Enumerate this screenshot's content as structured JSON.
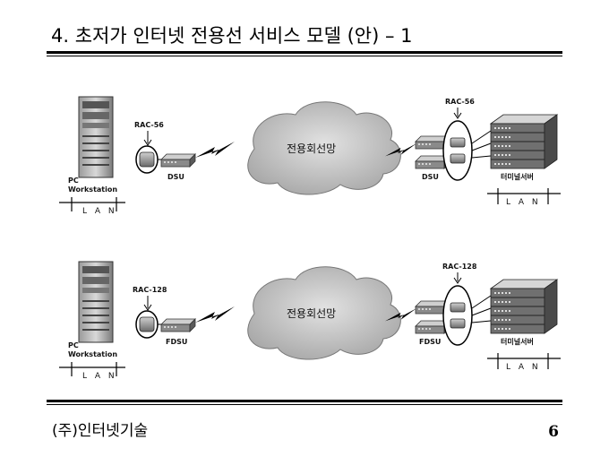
{
  "slide": {
    "title": "4. 초저가 인터넷 전용선 서비스 모델 (안) – 1",
    "footer": "(주)인터넷기술",
    "page_number": "6"
  },
  "models": [
    {
      "pc_label": "PC",
      "workstation_label": "Workstation",
      "lan_left": "L A N",
      "modem_left": "RAC-56",
      "dsu_left": "DSU",
      "cloud": "전용회선망",
      "modem_right": "RAC-56",
      "dsu_right": "DSU",
      "server": "터미널서버",
      "lan_right": "L A N"
    },
    {
      "pc_label": "PC",
      "workstation_label": "Workstation",
      "lan_left": "L A N",
      "modem_left": "RAC-128",
      "dsu_left": "FDSU",
      "cloud": "전용회선망",
      "modem_right": "RAC-128",
      "dsu_right": "FDSU",
      "server": "터미널서버",
      "lan_right": "L A N"
    }
  ]
}
